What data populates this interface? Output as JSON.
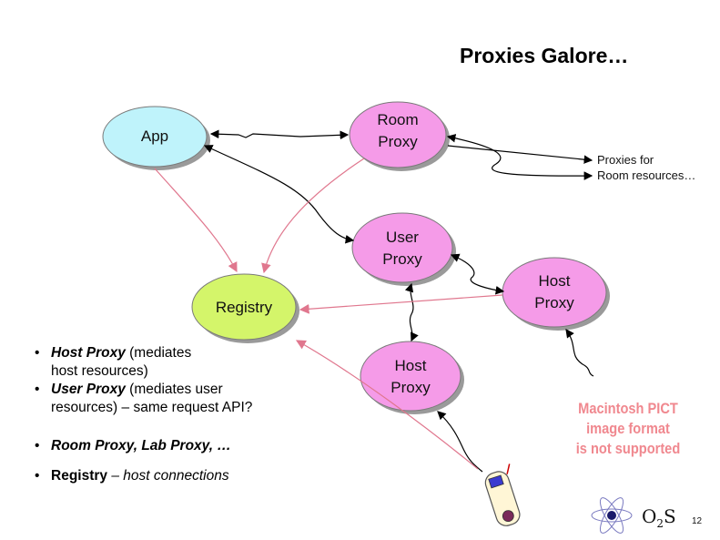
{
  "slide": {
    "title": "Proxies Galore…",
    "page_number": "12"
  },
  "nodes": {
    "app": "App",
    "room_proxy": [
      "Room",
      "Proxy"
    ],
    "user_proxy": [
      "User",
      "Proxy"
    ],
    "host_proxy_right": [
      "Host",
      "Proxy"
    ],
    "registry": "Registry",
    "host_proxy_center": [
      "Host",
      "Proxy"
    ]
  },
  "annotation": [
    "Proxies for",
    "Room resources…"
  ],
  "pict_placeholder": [
    "Macintosh PICT",
    "image format",
    "is not supported"
  ],
  "bullets": {
    "b1": {
      "bold": "Host Proxy",
      "rest1": " (mediates",
      "rest2": "host resources)"
    },
    "b2": {
      "bold": "User Proxy",
      "rest1": " (mediates user",
      "rest2": "resources) – same request API?"
    },
    "b3": {
      "text": "Room Proxy, Lab Proxy, …"
    },
    "b4": {
      "plain": "Registry",
      "italic": " – host connections"
    }
  },
  "logo": {
    "text": "O",
    "sub": "2",
    "text2": "S"
  },
  "colors": {
    "app": "#bff3fb",
    "room_proxy": "#f59be8",
    "user_proxy": "#f59be8",
    "host_proxy": "#f59be8",
    "registry": "#d4f56a",
    "pink_arrow": "#e0778e"
  }
}
